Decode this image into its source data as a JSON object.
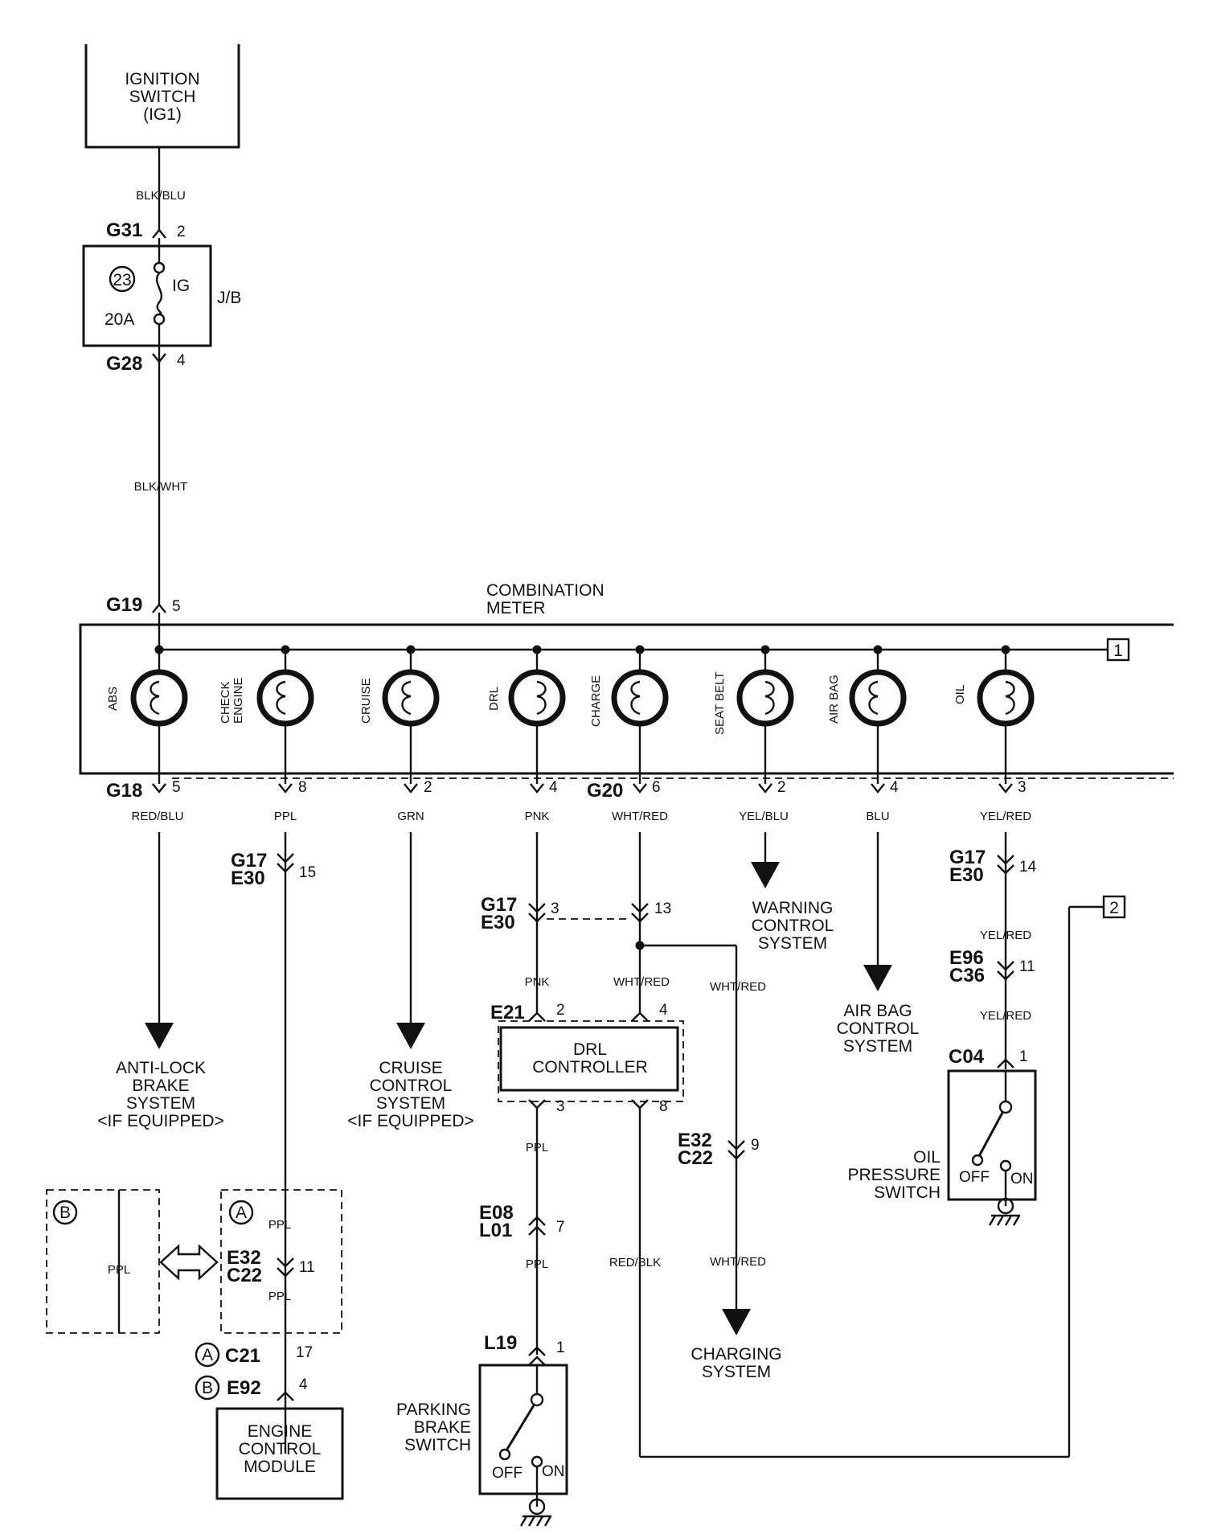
{
  "ignition": {
    "line1": "IGNITION",
    "line2": "SWITCH",
    "line3": "(IG1)"
  },
  "wires": {
    "blk_blu": "BLK/BLU",
    "blk_wht": "BLK/WHT",
    "red_blu": "RED/BLU",
    "ppl": "PPL",
    "grn": "GRN",
    "pnk": "PNK",
    "wht_red": "WHT/RED",
    "yel_blu": "YEL/BLU",
    "blu": "BLU",
    "yel_red": "YEL/RED",
    "red_blk": "RED/BLK"
  },
  "connectors": {
    "g31": "G31",
    "g28": "G28",
    "g19": "G19",
    "g18": "G18",
    "g20": "G20",
    "g17": "G17",
    "e30": "E30",
    "e96": "E96",
    "c36": "C36",
    "c04": "C04",
    "e21": "E21",
    "e32": "E32",
    "c22": "C22",
    "e08": "E08",
    "l01": "L01",
    "l19": "L19",
    "c21": "C21",
    "e92": "E92"
  },
  "pins": {
    "g31": "2",
    "g28": "4",
    "g19": "5",
    "abs": "5",
    "check": "8",
    "cruise": "2",
    "drl": "4",
    "charge": "6",
    "seat": "2",
    "airbag": "4",
    "oil": "3",
    "g17_ppl": "15",
    "g17_oil": "14",
    "g17_pnk": "3",
    "g17_wht": "13",
    "e96": "11",
    "c04": "1",
    "e21_pnk": "2",
    "e21_wht": "4",
    "drl_out_l": "3",
    "drl_out_r": "8",
    "e32_wht": "9",
    "e08": "7",
    "l19": "1",
    "e32_ppl": "11",
    "c21": "17",
    "e92": "4"
  },
  "fuse": {
    "number": "23",
    "label": "IG",
    "rating": "20A",
    "box": "J/B"
  },
  "meter": {
    "line1": "COMBINATION",
    "line2": "METER"
  },
  "lamps": {
    "abs": "ABS",
    "check1": "CHECK",
    "check2": "ENGINE",
    "cruise": "CRUISE",
    "drl": "DRL",
    "charge": "CHARGE",
    "seat": "SEAT BELT",
    "airbag": "AIR BAG",
    "oil": "OIL"
  },
  "refs": {
    "r1": "1",
    "r2": "2"
  },
  "destinations": {
    "abs": [
      "ANTI-LOCK",
      "BRAKE",
      "SYSTEM",
      "<IF EQUIPPED>"
    ],
    "cruise": [
      "CRUISE",
      "CONTROL",
      "SYSTEM",
      "<IF EQUIPPED>"
    ],
    "warning": [
      "WARNING",
      "CONTROL",
      "SYSTEM"
    ],
    "airbag": [
      "AIR BAG",
      "CONTROL",
      "SYSTEM"
    ],
    "charging": [
      "CHARGING",
      "SYSTEM"
    ]
  },
  "drl": {
    "line1": "DRL",
    "line2": "CONTROLLER"
  },
  "oil_switch": {
    "line1": "OIL",
    "line2": "PRESSURE",
    "line3": "SWITCH",
    "off": "OFF",
    "on": "ON"
  },
  "parking_switch": {
    "line1": "PARKING",
    "line2": "BRAKE",
    "line3": "SWITCH",
    "off": "OFF",
    "on": "ON"
  },
  "ecm": {
    "line1": "ENGINE",
    "line2": "CONTROL",
    "line3": "MODULE"
  },
  "variants": {
    "a": "A",
    "b": "B"
  }
}
